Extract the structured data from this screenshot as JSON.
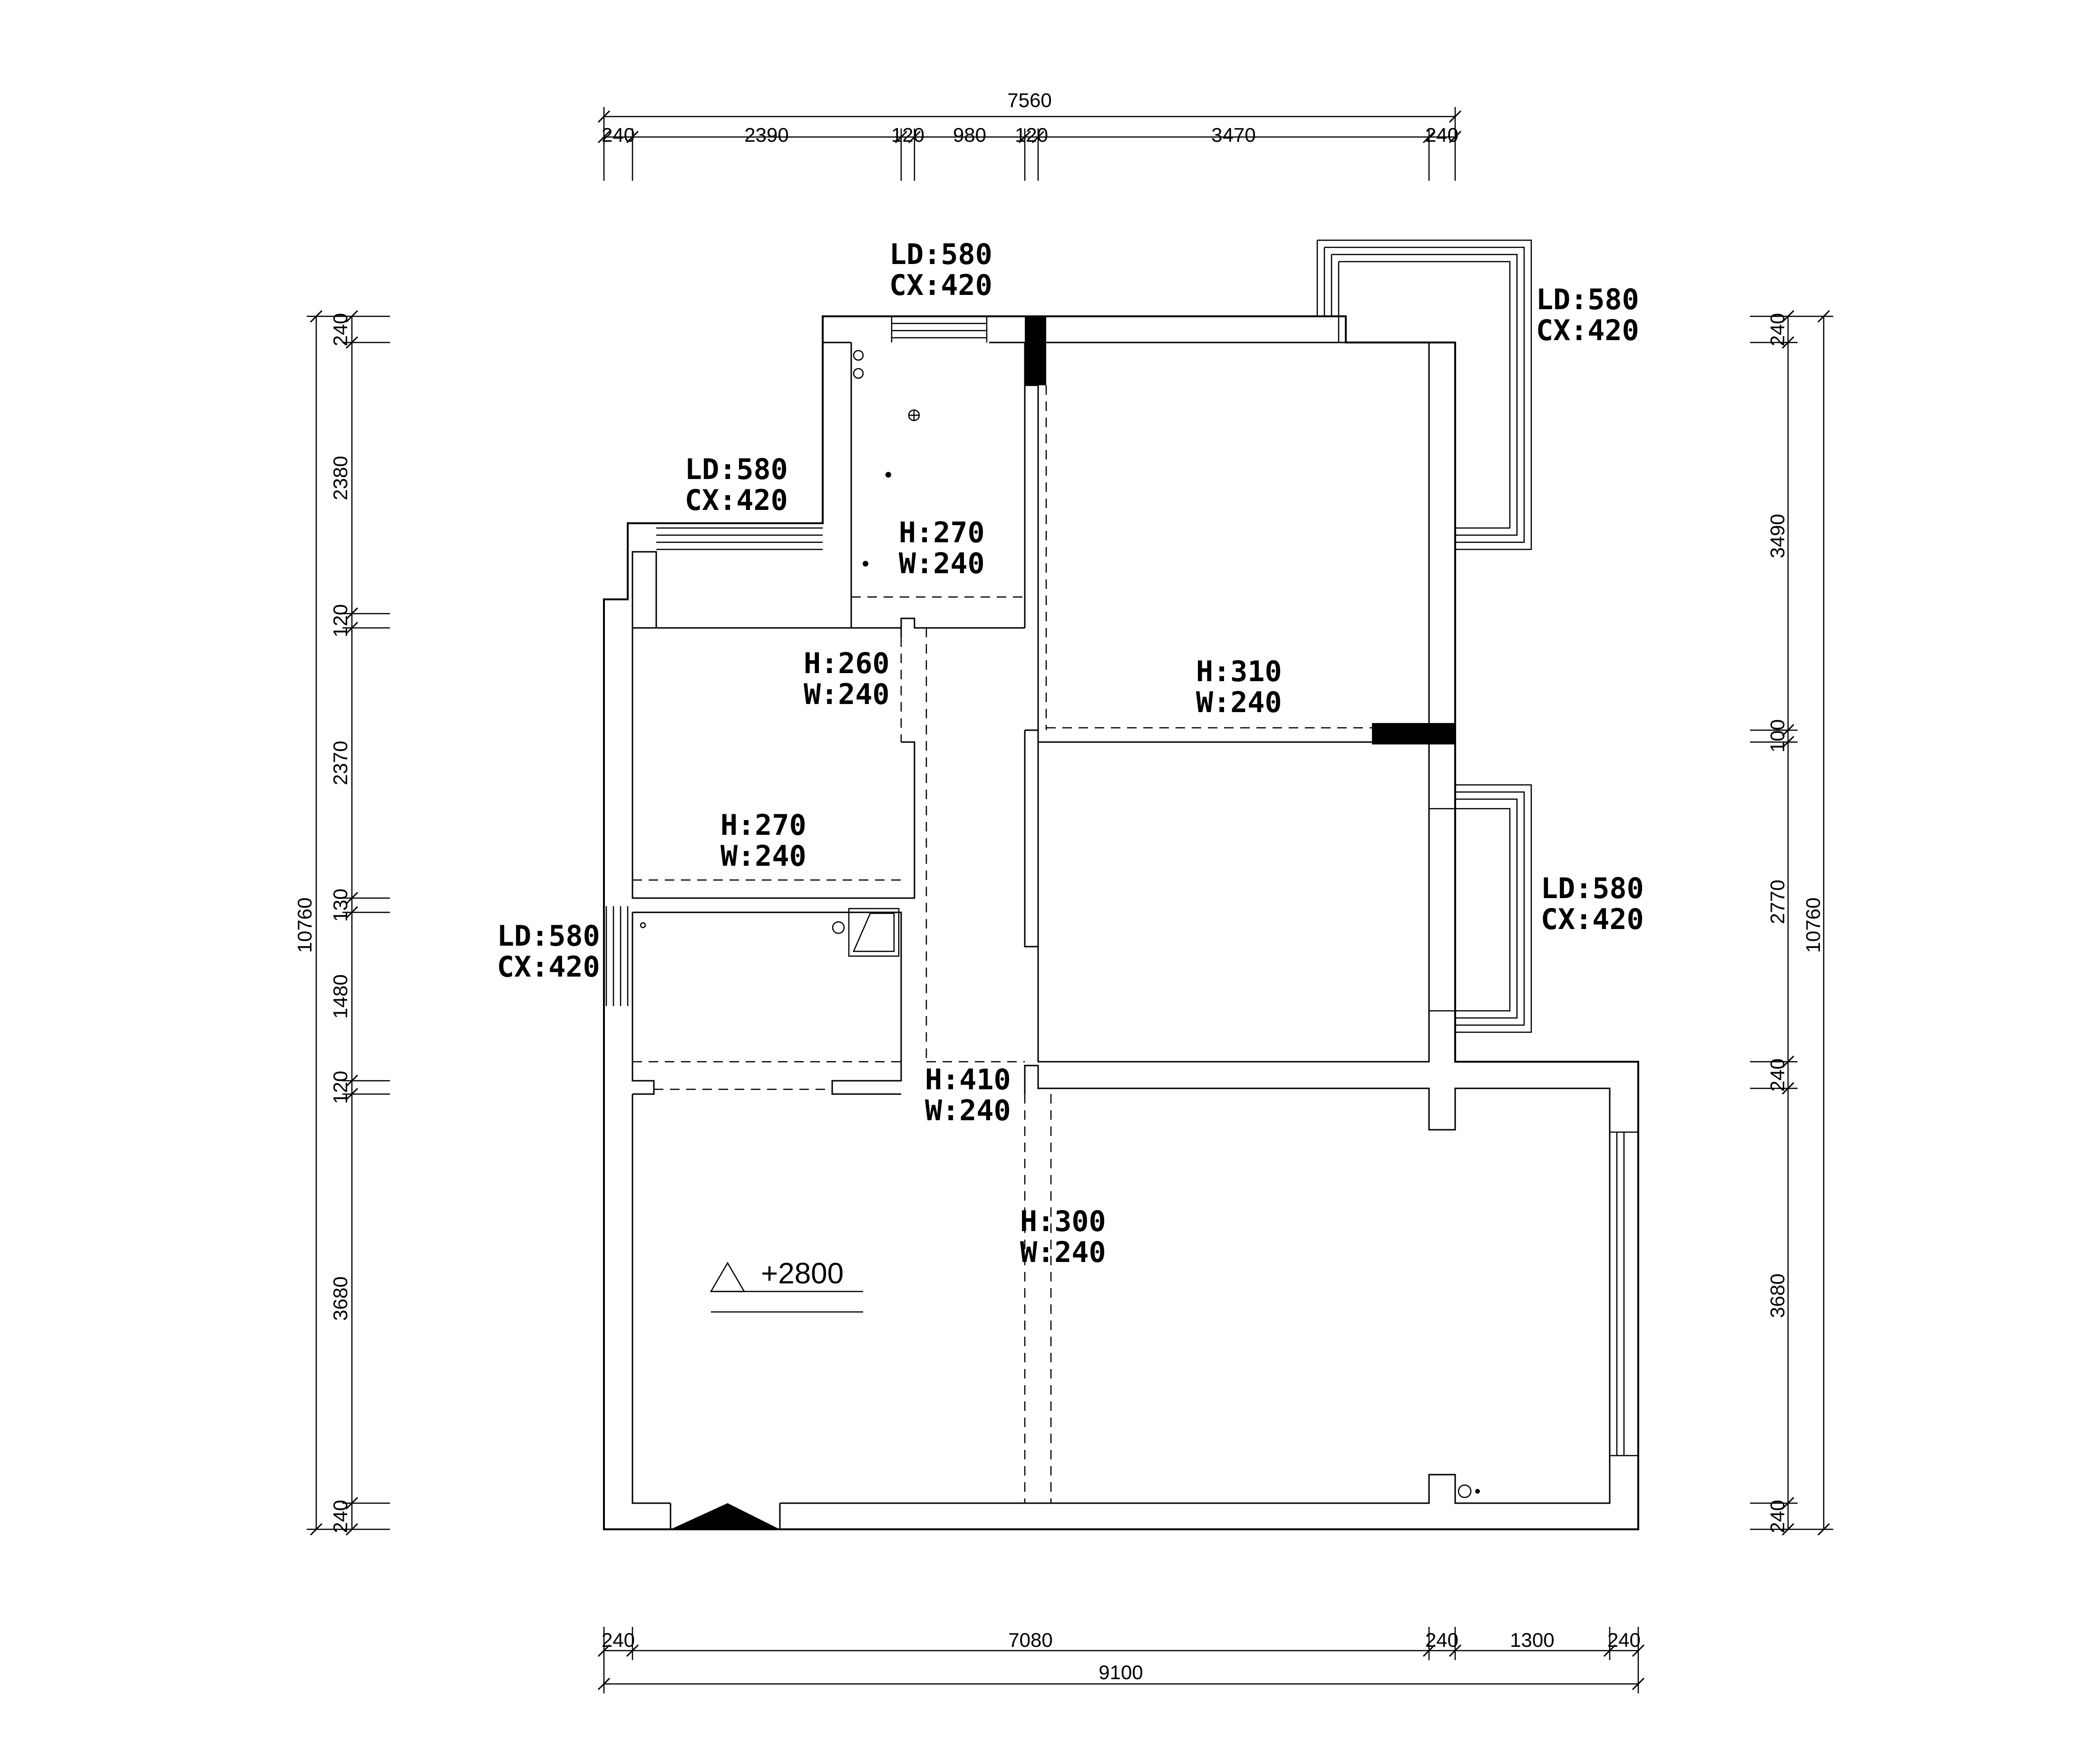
{
  "dimensions": {
    "top_total": "7560",
    "top_segments": [
      "240",
      "2390",
      "120",
      "980",
      "120",
      "3470",
      "240"
    ],
    "bottom_total": "9100",
    "bottom_segments": [
      "240",
      "7080",
      "240",
      "1300",
      "240"
    ],
    "left_total": "10760",
    "left_segments": [
      "240",
      "2380",
      "120",
      "2370",
      "130",
      "1480",
      "120",
      "3680",
      "240"
    ],
    "right_total": "10760",
    "right_segments": [
      "240",
      "3490",
      "100",
      "2770",
      "240",
      "3680",
      "240"
    ]
  },
  "windows": [
    {
      "ld": "LD:580",
      "cx": "CX:420"
    },
    {
      "ld": "LD:580",
      "cx": "CX:420"
    },
    {
      "ld": "LD:580",
      "cx": "CX:420"
    },
    {
      "ld": "LD:580",
      "cx": "CX:420"
    },
    {
      "ld": "LD:580",
      "cx": "CX:420"
    }
  ],
  "openings": [
    {
      "h": "H:270",
      "w": "W:240"
    },
    {
      "h": "H:260",
      "w": "W:240"
    },
    {
      "h": "H:310",
      "w": "W:240"
    },
    {
      "h": "H:270",
      "w": "W:240"
    },
    {
      "h": "H:410",
      "w": "W:240"
    },
    {
      "h": "H:300",
      "w": "W:240"
    }
  ],
  "level": "+2800"
}
